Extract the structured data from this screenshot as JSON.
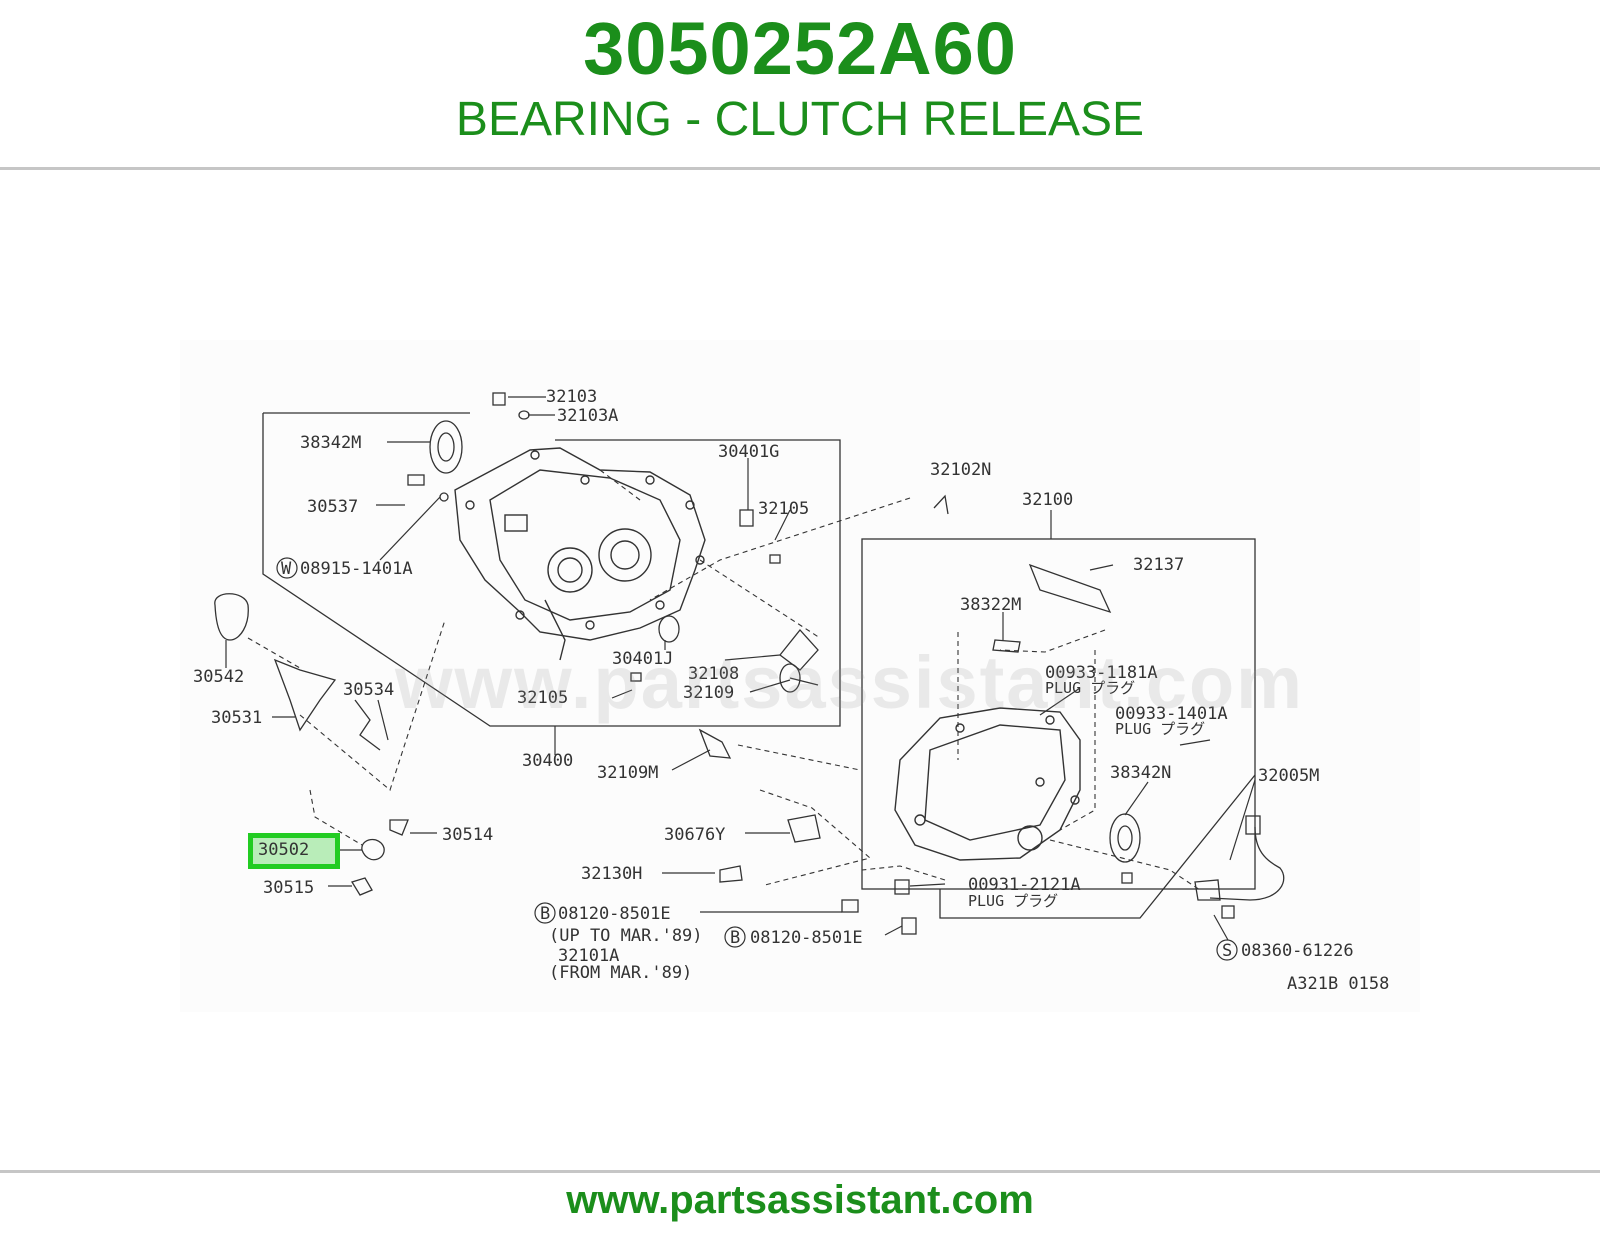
{
  "header": {
    "part_number": "3050252A60",
    "part_name": "BEARING - CLUTCH RELEASE"
  },
  "footer": {
    "url": "www.partsassistant.com"
  },
  "diagram": {
    "watermark": "www.partsassistant.com",
    "reference_code": "A321B 0158",
    "highlighted_part": "30502",
    "callouts": {
      "c32103": "32103",
      "c32103A": "32103A",
      "c38342M": "38342M",
      "c30401G": "30401G",
      "c32102N": "32102N",
      "c30537": "30537",
      "c32105a": "32105",
      "c32100": "32100",
      "w08915": "08915-1401A",
      "c32137": "32137",
      "c38322M": "38322M",
      "c30542": "30542",
      "c30401J": "30401J",
      "c32108": "32108",
      "c00933_1181A": "00933-1181A",
      "plug1": "PLUG プラグ",
      "c30534": "30534",
      "c32105b": "32105",
      "c32109": "32109",
      "c30531": "30531",
      "c00933_1401A": "00933-1401A",
      "plug2": "PLUG プラグ",
      "c30400": "30400",
      "c32109M": "32109M",
      "c38342N": "38342N",
      "c32005M": "32005M",
      "c30514": "30514",
      "c30676Y": "30676Y",
      "c32130H": "32130H",
      "c00931_2121A": "00931-2121A",
      "plug3": "PLUG プラグ",
      "c30515": "30515",
      "b08120a": "08120-8501E",
      "up_to": "(UP TO MAR.'89)",
      "b08120b": "08120-8501E",
      "c32101A": "32101A",
      "from": "(FROM MAR.'89)",
      "s08360": "08360-61226"
    },
    "symbols": {
      "w": "W",
      "b": "B",
      "s": "S"
    }
  }
}
